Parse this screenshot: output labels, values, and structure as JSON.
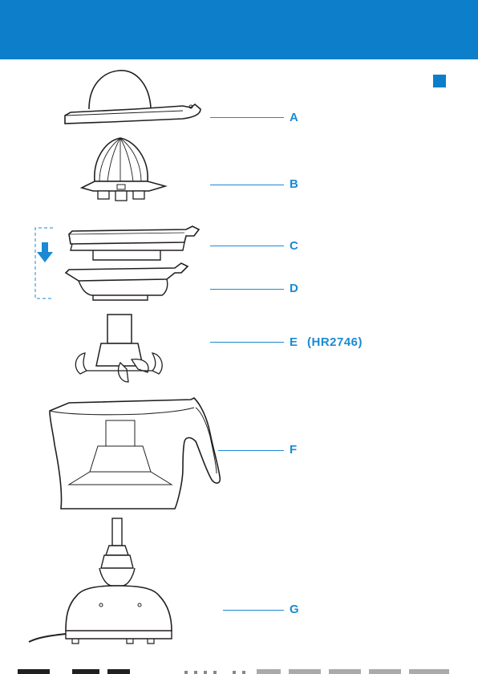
{
  "colors": {
    "header": "#0d7ec9",
    "accent": "#1a8ad4",
    "outline": "#231f20",
    "page_marker": "#0d7ec9"
  },
  "parts": [
    {
      "letter": "A",
      "extra": "",
      "name": "lid"
    },
    {
      "letter": "B",
      "extra": "",
      "name": "cone"
    },
    {
      "letter": "C",
      "extra": "",
      "name": "sieve"
    },
    {
      "letter": "D",
      "extra": "",
      "name": "pulp-control-ring"
    },
    {
      "letter": "E",
      "extra": "(HR2746)",
      "name": "pulp-stirrer"
    },
    {
      "letter": "F",
      "extra": "",
      "name": "jug"
    },
    {
      "letter": "G",
      "extra": "",
      "name": "motor-unit"
    }
  ],
  "icons": {
    "assembly_arrow": "down-arrow-icon"
  }
}
